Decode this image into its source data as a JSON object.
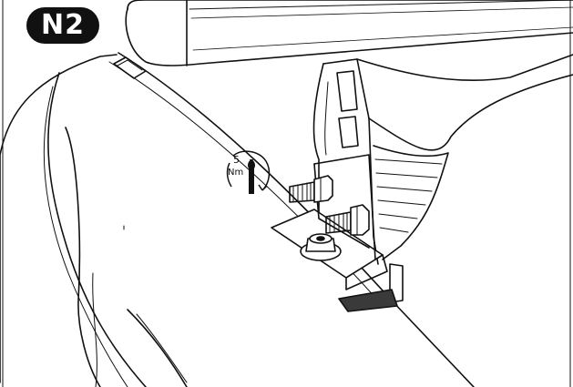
{
  "step": {
    "label": "N2"
  },
  "torque": {
    "value": "5",
    "unit": "Nm"
  },
  "icons": [
    "wrench-icon",
    "rotate-clockwise-icon"
  ],
  "colors": {
    "ink": "#111111",
    "paper": "#ffffff",
    "rubber": "#3a3a3a"
  }
}
